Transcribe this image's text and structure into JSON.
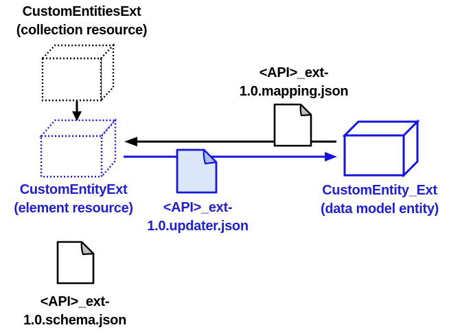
{
  "diagram": {
    "type": "entity-relationship-diagram",
    "background": "#ffffff",
    "colors": {
      "black": "#000000",
      "blue_stroke": "#1414dd",
      "blue_text": "#2121cc",
      "doc_fill_white": "#ffffff",
      "doc_fill_blue": "#dbe6f8",
      "doc_fold_gray": "#bfbfbf",
      "doc_fold_blue": "#aabfe6"
    },
    "nodes": {
      "collection_resource": {
        "line1": "CustomEntitiesExt",
        "line2": "(collection resource)",
        "shape": "cube-dotted",
        "color": "black"
      },
      "element_resource": {
        "line1": "CustomEntityExt",
        "line2": "(element resource)",
        "shape": "cube-dotted",
        "color": "blue"
      },
      "data_model_entity": {
        "line1": "CustomEntity_Ext",
        "line2": "(data model entity)",
        "shape": "cube-solid",
        "color": "blue"
      }
    },
    "documents": {
      "mapping": {
        "line1": "<API>_ext-",
        "line2": "1.0.mapping.json",
        "color": "black"
      },
      "updater": {
        "line1": "<API>_ext-",
        "line2": "1.0.updater.json",
        "color": "blue"
      },
      "schema": {
        "line1": "<API>_ext-",
        "line2": "1.0.schema.json",
        "color": "black"
      }
    },
    "arrows": [
      {
        "from": "collection_resource",
        "to": "element_resource",
        "direction": "down",
        "color": "black"
      },
      {
        "from": "data_model_entity",
        "to": "element_resource",
        "direction": "left",
        "via_document": "mapping",
        "color": "black"
      },
      {
        "from": "element_resource",
        "to": "data_model_entity",
        "direction": "right",
        "via_document": "updater",
        "color": "blue"
      }
    ]
  }
}
